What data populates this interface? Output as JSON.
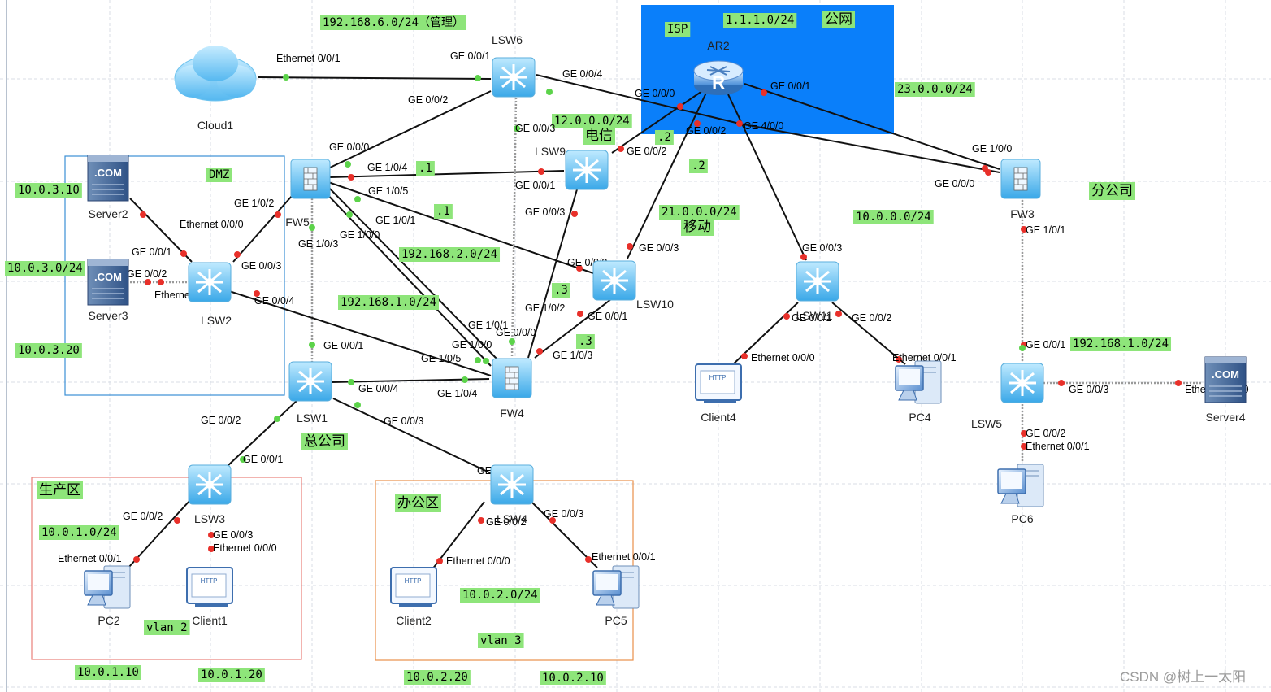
{
  "devices": {
    "cloud1": "Cloud1",
    "lsw6": "LSW6",
    "ar2": "AR2",
    "fw5": "FW5",
    "lsw9": "LSW9",
    "lsw10": "LSW10",
    "lsw11": "LSW11",
    "fw3": "FW3",
    "server2": "Server2",
    "server3": "Server3",
    "lsw2": "LSW2",
    "lsw1": "LSW1",
    "fw4": "FW4",
    "lsw3": "LSW3",
    "lsw4": "LSW4",
    "lsw5": "LSW5",
    "client4": "Client4",
    "pc4": "PC4",
    "server4": "Server4",
    "pc6": "PC6",
    "pc2": "PC2",
    "client1": "Client1",
    "client2": "Client2",
    "pc5": "PC5"
  },
  "networks": {
    "mgmt": "192.168.6.0/24（管理）",
    "isp": "ISP",
    "ar2_public": "1.1.1.0/24",
    "public_net": "公网",
    "net23": "23.0.0.0/24",
    "net12": "12.0.0.0/24",
    "telecom": "电信",
    "dot2_a": ".2",
    "dot2_b": ".2",
    "dot1_a": ".1",
    "dot1_b": ".1",
    "dmz": "DMZ",
    "ip_10_0_3_10": "10.0.3.10",
    "ip_10_0_3_0": "10.0.3.0/24",
    "ip_10_0_3_20": "10.0.3.20",
    "net21": "21.0.0.0/24",
    "mobile": "移动",
    "net10": "10.0.0.0/24",
    "branch": "分公司",
    "net192_2": "192.168.2.0/24",
    "net192_1a": "192.168.1.0/24",
    "dot3_a": ".3",
    "dot3_b": ".3",
    "net192_1b": "192.168.1.0/24",
    "hq": "总公司",
    "production": "生产区",
    "office": "办公区",
    "net10_0_1": "10.0.1.0/24",
    "vlan2": "vlan 2",
    "ip_10_0_1_10": "10.0.1.10",
    "ip_10_0_1_20": "10.0.1.20",
    "net10_0_2": "10.0.2.0/24",
    "vlan3": "vlan 3",
    "ip_10_0_2_20": "10.0.2.20",
    "ip_10_0_2_10": "10.0.2.10"
  },
  "ports": {
    "cloud_eth": "Ethernet 0/0/1",
    "lsw6_g1": "GE 0/0/1",
    "lsw6_g4": "GE 0/0/4",
    "lsw6_g2": "GE 0/0/2",
    "lsw6_g3": "GE 0/0/3",
    "ar2_g0": "GE 0/0/0",
    "ar2_g1": "GE 0/0/1",
    "ar2_g2": "GE 0/0/2",
    "ar2_g40": "GE 4/0/0",
    "fw5_g000": "GE 0/0/0",
    "fw5_g104": "GE 1/0/4",
    "fw5_g105": "GE 1/0/5",
    "fw5_g102": "GE 1/0/2",
    "fw5_g101": "GE 1/0/1",
    "fw5_g100": "GE 1/0/0",
    "fw5_g103": "GE 1/0/3",
    "lsw9_g2": "GE 0/0/2",
    "lsw9_g1": "GE 0/0/1",
    "lsw9_g3": "GE 0/0/3",
    "fw3_g100": "GE 1/0/0",
    "fw3_g000": "GE 0/0/0",
    "fw3_g101": "GE 1/0/1",
    "lsw2_eth": "Ethernet 0/0/0",
    "lsw2_g1": "GE 0/0/1",
    "lsw2_g2": "GE 0/0/2",
    "lsw2_eth0": "Ethernet 0/0/0",
    "lsw2_g3": "GE 0/0/3",
    "lsw2_g4": "GE 0/0/4",
    "lsw10_g3": "GE 0/0/3",
    "lsw10_g2": "GE 0/0/2",
    "lsw10_g1": "GE 0/0/1",
    "lsw11_g3": "GE 0/0/3",
    "lsw11_g1": "GE 0/0/1",
    "lsw11_g2": "GE 0/0/2",
    "client4_eth": "Ethernet 0/0/0",
    "pc4_eth": "Ethernet 0/0/1",
    "fw4_g102": "GE 1/0/2",
    "fw4_g101": "GE 1/0/1",
    "fw4_g000": "GE 0/0/0",
    "fw4_g100": "GE 1/0/0",
    "fw4_g105": "GE 1/0/5",
    "fw4_g104": "GE 1/0/4",
    "fw4_g103": "GE 1/0/3",
    "lsw1_g1": "GE 0/0/1",
    "lsw1_g4": "GE 0/0/4",
    "lsw1_g2": "GE 0/0/2",
    "lsw1_g3": "GE 0/0/3",
    "lsw3_g1": "GE 0/0/1",
    "lsw3_g2": "GE 0/0/2",
    "lsw3_g3": "GE 0/0/3",
    "pc2_eth": "Ethernet 0/0/1",
    "client1_eth": "Ethernet 0/0/0",
    "lsw4_g1": "GE 0/0/1",
    "lsw4_g2": "GE 0/0/2",
    "lsw4_g3": "GE 0/0/3",
    "client2_eth": "Ethernet 0/0/0",
    "pc5_eth": "Ethernet 0/0/1",
    "lsw5_g1": "GE 0/0/1",
    "lsw5_g3": "GE 0/0/3",
    "lsw5_g2": "GE 0/0/2",
    "server4_eth": "Ethernet 0/0/0",
    "pc6_eth": "Ethernet 0/0/1"
  },
  "icons": {
    "switch": "switch-icon",
    "firewall": "firewall-icon",
    "router": "router-icon",
    "cloud": "cloud-icon",
    "server": "server-icon",
    "pc": "pc-icon",
    "client": "http-client-icon"
  },
  "colors": {
    "isp_area": "#0a7ffa",
    "label_bg": "#8ee57a",
    "port_up": "#5cd34a",
    "port_down": "#e8302a"
  },
  "watermark": "CSDN @树上一太阳"
}
